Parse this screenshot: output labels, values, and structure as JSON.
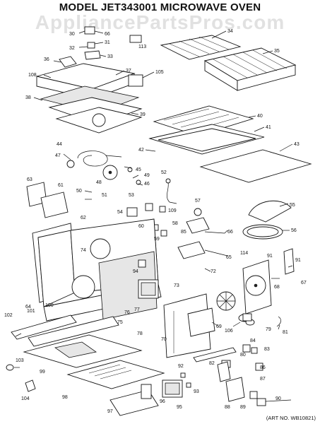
{
  "header": {
    "title": "MODEL JET343001  MICROWAVE OVEN"
  },
  "watermark": {
    "text": "AppliancePartsPros.com"
  },
  "footer": {
    "art_no": "(ART NO. WB10821)"
  },
  "callouts": [
    "30",
    "66",
    "31",
    "32",
    "33",
    "113",
    "34",
    "35",
    "36",
    "108",
    "37",
    "105",
    "38",
    "39",
    "40",
    "41",
    "42",
    "43",
    "44",
    "45",
    "46",
    "47",
    "48",
    "49",
    "50",
    "51",
    "52",
    "53",
    "54",
    "109",
    "57",
    "63",
    "61",
    "62",
    "55",
    "56",
    "58",
    "60",
    "59",
    "85",
    "66",
    "114",
    "65",
    "74",
    "91",
    "91",
    "69",
    "72",
    "73",
    "94",
    "95",
    "64",
    "102",
    "101",
    "100",
    "75",
    "76",
    "77",
    "78",
    "70",
    "68",
    "67",
    "106",
    "79",
    "81",
    "84",
    "83",
    "80",
    "82",
    "86",
    "103",
    "99",
    "98",
    "97",
    "96",
    "92",
    "93",
    "87",
    "88",
    "89",
    "90",
    "104"
  ]
}
